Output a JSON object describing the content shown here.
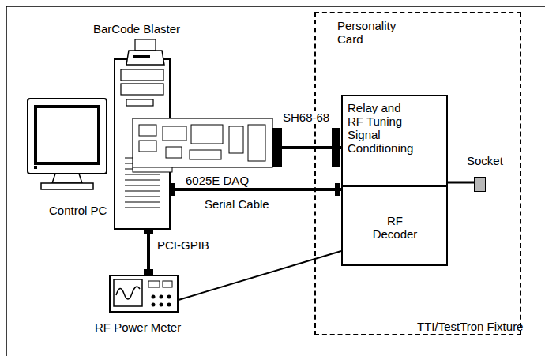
{
  "diagram": {
    "nodes": [
      {
        "text": [
          "BarCode Blaster"
        ]
      },
      {
        "text": [
          "Control PC"
        ]
      },
      {
        "text": [
          "6025E DAQ"
        ]
      },
      {
        "text": [
          "TTI/TestTron Fixture"
        ]
      },
      {
        "text": [
          "Personality Card"
        ],
        "in": 3
      },
      {
        "text": [
          "Relay and RF Tuning Signal Conditioning"
        ],
        "in": 4
      },
      {
        "text": [
          "RF Decoder"
        ],
        "in": 4
      },
      {
        "text": [
          "Socket"
        ],
        "in": 3
      },
      {
        "text": [
          "RF Power Meter"
        ]
      }
    ],
    "edges": [
      {
        "from": 2,
        "to": 5,
        "arrow": "none",
        "label": "SH68-68"
      },
      {
        "from": 1,
        "to": 6,
        "arrow": "none",
        "label": "Serial Cable"
      },
      {
        "from": 1,
        "to": 8,
        "arrow": "none",
        "label": "PCI-GPIB"
      },
      {
        "from": 8,
        "to": 6,
        "arrow": "none"
      },
      {
        "from": 5,
        "to": 7,
        "arrow": "none"
      }
    ]
  }
}
